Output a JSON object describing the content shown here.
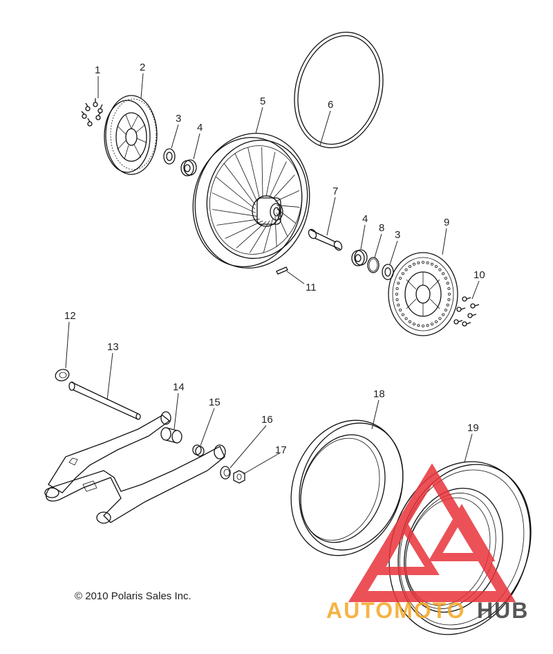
{
  "diagram": {
    "callouts": [
      {
        "id": "1",
        "label": "1"
      },
      {
        "id": "2",
        "label": "2"
      },
      {
        "id": "3a",
        "label": "3"
      },
      {
        "id": "4a",
        "label": "4"
      },
      {
        "id": "5",
        "label": "5"
      },
      {
        "id": "6",
        "label": "6"
      },
      {
        "id": "7",
        "label": "7"
      },
      {
        "id": "4b",
        "label": "4"
      },
      {
        "id": "8",
        "label": "8"
      },
      {
        "id": "3b",
        "label": "3"
      },
      {
        "id": "9",
        "label": "9"
      },
      {
        "id": "10",
        "label": "10"
      },
      {
        "id": "11",
        "label": "11"
      },
      {
        "id": "12",
        "label": "12"
      },
      {
        "id": "13",
        "label": "13"
      },
      {
        "id": "14",
        "label": "14"
      },
      {
        "id": "15",
        "label": "15"
      },
      {
        "id": "16",
        "label": "16"
      },
      {
        "id": "17",
        "label": "17"
      },
      {
        "id": "18",
        "label": "18"
      },
      {
        "id": "19",
        "label": "19"
      }
    ],
    "copyright": "© 2010 Polaris Sales Inc.",
    "watermark": {
      "brand_left": "AUTOMOTO",
      "brand_right": "HUB",
      "color_red": "#e8333a",
      "color_orange": "#f5a623",
      "color_dark": "#3a3a3a"
    }
  }
}
